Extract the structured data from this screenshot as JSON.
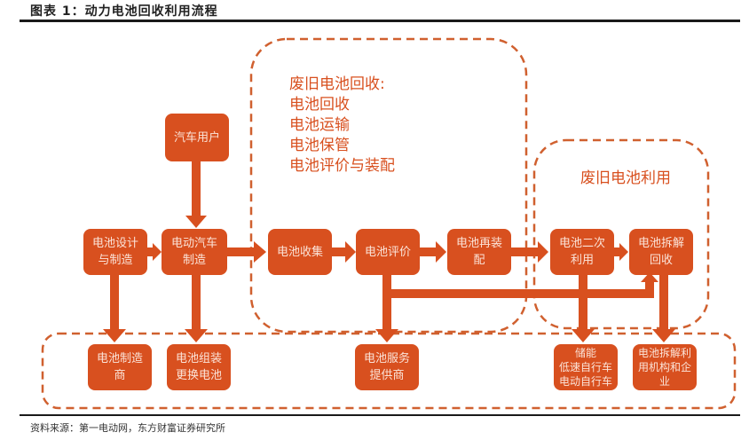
{
  "title": "图表 1：动力电池回收利用流程",
  "source": "资料来源：第一电动网，东方财富证券研究所",
  "colors": {
    "accent": "#d8501f",
    "dashed_border": "#d0602f",
    "node_text": "#fbe3d8"
  },
  "groups": {
    "recycling": {
      "label": "废旧电池回收:\n电池回收\n电池运输\n电池保管\n电池评价与装配"
    },
    "utilization": {
      "label": "废旧电池利用"
    }
  },
  "nodes": {
    "car_user": "汽车用户",
    "battery_design": "电池设计\n与制造",
    "ev_manufacturing": "电动汽车\n制造",
    "battery_collection": "电池收集",
    "battery_evaluation": "电池评价",
    "battery_reassembly": "电池再装\n配",
    "secondary_use": "电池二次\n利用",
    "dismantle_recycle": "电池拆解\n回收",
    "battery_maker": "电池制造\n商",
    "battery_swap": "电池组装\n更换电池",
    "service_provider": "电池服务\n提供商",
    "storage_ebike": "储能\n低速自行车\n电动自行车",
    "dismantle_org": "电池拆解利\n用机构和企\n业"
  }
}
